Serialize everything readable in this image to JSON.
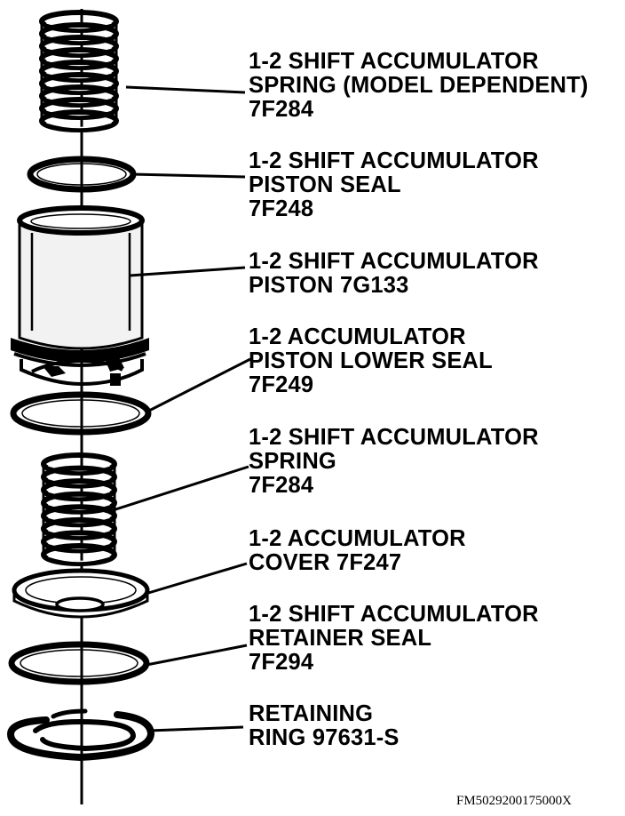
{
  "parts": [
    {
      "id": "spring-top",
      "lines": [
        "1-2 SHIFT ACCUMULATOR",
        "SPRING (MODEL DEPENDENT)",
        "7F284"
      ]
    },
    {
      "id": "piston-seal",
      "lines": [
        "1-2 SHIFT ACCUMULATOR",
        "PISTON SEAL",
        "7F248"
      ]
    },
    {
      "id": "piston",
      "lines": [
        "1-2 SHIFT ACCUMULATOR",
        "PISTON 7G133"
      ]
    },
    {
      "id": "piston-lower-seal",
      "lines": [
        "1-2 ACCUMULATOR",
        "PISTON LOWER SEAL",
        "7F249"
      ]
    },
    {
      "id": "spring-bottom",
      "lines": [
        "1-2 SHIFT ACCUMULATOR",
        "SPRING",
        "7F284"
      ]
    },
    {
      "id": "cover",
      "lines": [
        "1-2 ACCUMULATOR",
        "COVER 7F247"
      ]
    },
    {
      "id": "retainer-seal",
      "lines": [
        "1-2 SHIFT ACCUMULATOR",
        "RETAINER SEAL",
        "7F294"
      ]
    },
    {
      "id": "retaining-ring",
      "lines": [
        "RETAINING",
        "RING 97631-S"
      ]
    }
  ],
  "reference_code": "FM5029200175000X",
  "colors": {
    "ink": "#000000",
    "paper": "#ffffff",
    "piston_fill": "#f2f2f2"
  }
}
